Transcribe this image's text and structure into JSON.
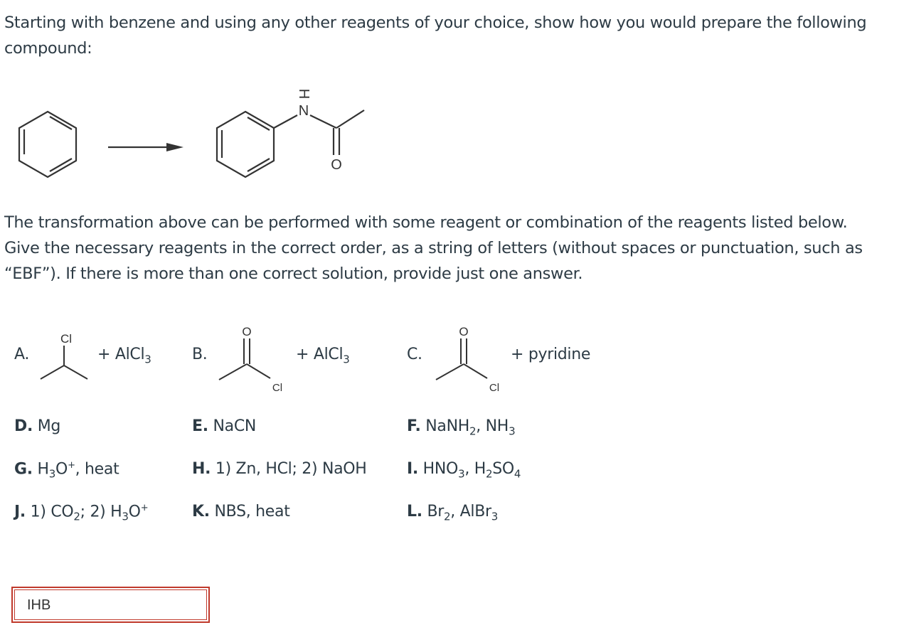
{
  "question": {
    "line1": "Starting with benzene and using any other reagents of your choice, show how you would prepare the following",
    "line2": "compound:",
    "instr1": "The transformation above can be performed with some reagent or combination of the reagents listed below.",
    "instr2": "Give the necessary reagents in the correct order, as a string of letters (without spaces or punctuation, such as",
    "instr3": "“EBF”). If there is more than one correct solution, provide just one answer."
  },
  "scheme": {
    "nitrogen_label": "N",
    "hydrogen_label": "H",
    "oxygen_label": "O"
  },
  "options": {
    "A": {
      "letter": "A.",
      "reagent": "+ AlCl",
      "sub": "3",
      "atom": "Cl"
    },
    "B": {
      "letter": "B.",
      "reagent": "+ AlCl",
      "sub": "3",
      "atom_o": "O",
      "atom_cl": "Cl"
    },
    "C": {
      "letter": "C.",
      "reagent": "+ pyridine",
      "atom_o": "O",
      "atom_cl": "Cl"
    },
    "D": {
      "letter": "D.",
      "text": "Mg"
    },
    "E": {
      "letter": "E.",
      "text": "NaCN"
    },
    "F": {
      "letter": "F.",
      "text1": "NaNH",
      "sub1": "2",
      "text2": ", NH",
      "sub2": "3"
    },
    "G": {
      "letter": "G.",
      "text1": "H",
      "sub1": "3",
      "text2": "O",
      "sup": "+",
      "text3": ", heat"
    },
    "H": {
      "letter": "H.",
      "text": "1) Zn, HCl; 2) NaOH"
    },
    "I": {
      "letter": "I.",
      "text1": "HNO",
      "sub1": "3",
      "text2": ", H",
      "sub2": "2",
      "text3": "SO",
      "sub3": "4"
    },
    "J": {
      "letter": "J.",
      "text1": "1) CO",
      "sub1": "2",
      "text2": "; 2) H",
      "sub2": "3",
      "text3": "O",
      "sup": "+"
    },
    "K": {
      "letter": "K.",
      "text": "NBS, heat"
    },
    "L": {
      "letter": "L.",
      "text1": "Br",
      "sub1": "2",
      "text2": ", AlBr",
      "sub2": "3"
    }
  },
  "answer": {
    "value": "IHB"
  }
}
